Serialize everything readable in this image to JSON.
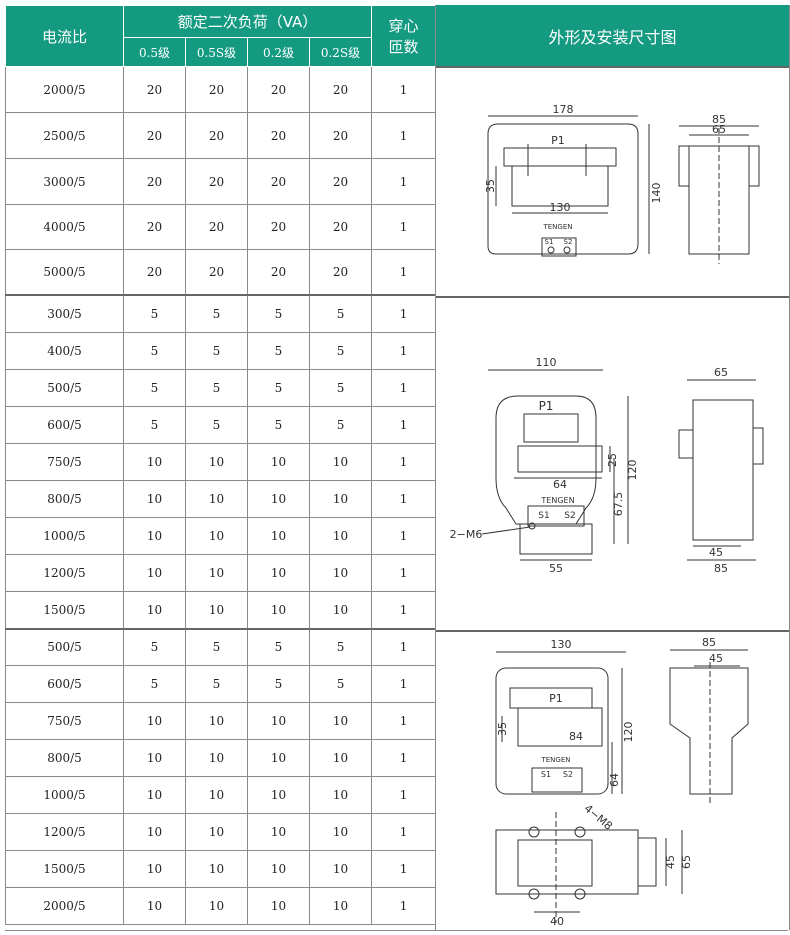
{
  "header": {
    "ratio": "电流比",
    "burden": "额定二次负荷（VA）",
    "classes": [
      "0.5级",
      "0.5S级",
      "0.2级",
      "0.2S级"
    ],
    "turns_line1": "穿心",
    "turns_line2": "匝数",
    "drawing": "外形及安装尺寸图"
  },
  "rows": [
    {
      "ratio": "2000/5",
      "c05": "20",
      "c05s": "20",
      "c02": "20",
      "c02s": "20",
      "turns": "1"
    },
    {
      "ratio": "2500/5",
      "c05": "20",
      "c05s": "20",
      "c02": "20",
      "c02s": "20",
      "turns": "1"
    },
    {
      "ratio": "3000/5",
      "c05": "20",
      "c05s": "20",
      "c02": "20",
      "c02s": "20",
      "turns": "1"
    },
    {
      "ratio": "4000/5",
      "c05": "20",
      "c05s": "20",
      "c02": "20",
      "c02s": "20",
      "turns": "1"
    },
    {
      "ratio": "5000/5",
      "c05": "20",
      "c05s": "20",
      "c02": "20",
      "c02s": "20",
      "turns": "1"
    },
    {
      "ratio": "300/5",
      "c05": "5",
      "c05s": "5",
      "c02": "5",
      "c02s": "5",
      "turns": "1"
    },
    {
      "ratio": "400/5",
      "c05": "5",
      "c05s": "5",
      "c02": "5",
      "c02s": "5",
      "turns": "1"
    },
    {
      "ratio": "500/5",
      "c05": "5",
      "c05s": "5",
      "c02": "5",
      "c02s": "5",
      "turns": "1"
    },
    {
      "ratio": "600/5",
      "c05": "5",
      "c05s": "5",
      "c02": "5",
      "c02s": "5",
      "turns": "1"
    },
    {
      "ratio": "750/5",
      "c05": "10",
      "c05s": "10",
      "c02": "10",
      "c02s": "10",
      "turns": "1"
    },
    {
      "ratio": "800/5",
      "c05": "10",
      "c05s": "10",
      "c02": "10",
      "c02s": "10",
      "turns": "1"
    },
    {
      "ratio": "1000/5",
      "c05": "10",
      "c05s": "10",
      "c02": "10",
      "c02s": "10",
      "turns": "1"
    },
    {
      "ratio": "1200/5",
      "c05": "10",
      "c05s": "10",
      "c02": "10",
      "c02s": "10",
      "turns": "1"
    },
    {
      "ratio": "1500/5",
      "c05": "10",
      "c05s": "10",
      "c02": "10",
      "c02s": "10",
      "turns": "1"
    },
    {
      "ratio": "500/5",
      "c05": "5",
      "c05s": "5",
      "c02": "5",
      "c02s": "5",
      "turns": "1"
    },
    {
      "ratio": "600/5",
      "c05": "5",
      "c05s": "5",
      "c02": "5",
      "c02s": "5",
      "turns": "1"
    },
    {
      "ratio": "750/5",
      "c05": "10",
      "c05s": "10",
      "c02": "10",
      "c02s": "10",
      "turns": "1"
    },
    {
      "ratio": "800/5",
      "c05": "10",
      "c05s": "10",
      "c02": "10",
      "c02s": "10",
      "turns": "1"
    },
    {
      "ratio": "1000/5",
      "c05": "10",
      "c05s": "10",
      "c02": "10",
      "c02s": "10",
      "turns": "1"
    },
    {
      "ratio": "1200/5",
      "c05": "10",
      "c05s": "10",
      "c02": "10",
      "c02s": "10",
      "turns": "1"
    },
    {
      "ratio": "1500/5",
      "c05": "10",
      "c05s": "10",
      "c02": "10",
      "c02s": "10",
      "turns": "1"
    },
    {
      "ratio": "2000/5",
      "c05": "10",
      "c05s": "10",
      "c02": "10",
      "c02s": "10",
      "turns": "1"
    }
  ],
  "drawings": {
    "d1": {
      "width": "178",
      "side_width": "85",
      "side_inner": "65",
      "height": "140",
      "window_h": "35",
      "window_w": "130",
      "p1": "P1",
      "s1": "S1",
      "s2": "S2",
      "brand": "TENGEN"
    },
    "d2": {
      "width": "110",
      "side_width": "65",
      "p1": "P1",
      "height": "120",
      "window_h": "25",
      "window_w": "64",
      "lower": "67.5",
      "mount": "2−M6",
      "s1": "S1",
      "s2": "S2",
      "base": "55",
      "side_bottom": "45",
      "side_total": "85",
      "brand": "TENGEN"
    },
    "d3": {
      "width": "130",
      "side_width": "85",
      "side_inner": "45",
      "p1": "P1",
      "window_h": "35",
      "window_w": "84",
      "height": "120",
      "lower": "64",
      "mount": "4−M8",
      "s1": "S1",
      "s2": "S2",
      "bottom_h1": "45",
      "bottom_h2": "65",
      "bottom_w": "40",
      "brand": "TENGEN"
    }
  }
}
